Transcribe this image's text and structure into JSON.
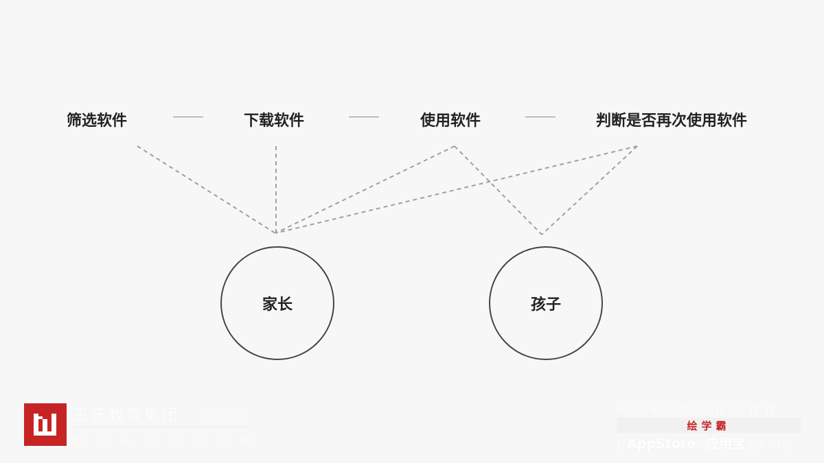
{
  "flow": {
    "steps": [
      "筛选软件",
      "下载软件",
      "使用软件",
      "判断是否再次使用软件"
    ]
  },
  "roles": {
    "parent": "家长",
    "child": "孩子"
  },
  "branding": {
    "org_name": "王氏教育集团",
    "motto": "以人为本",
    "since": "始创于二零零二年"
  },
  "promo": {
    "top_text": "获得更多免费精品教程",
    "app_name": "绘学霸",
    "bottom_prefix": "在",
    "bottom_store": "AppStore",
    "bottom_or": "或",
    "bottom_store2": "应用宝",
    "bottom_suffix": "搜索下载"
  },
  "colors": {
    "brand_red": "#c62324",
    "line_gray": "#9aa0a8",
    "circle_stroke": "#444444"
  }
}
